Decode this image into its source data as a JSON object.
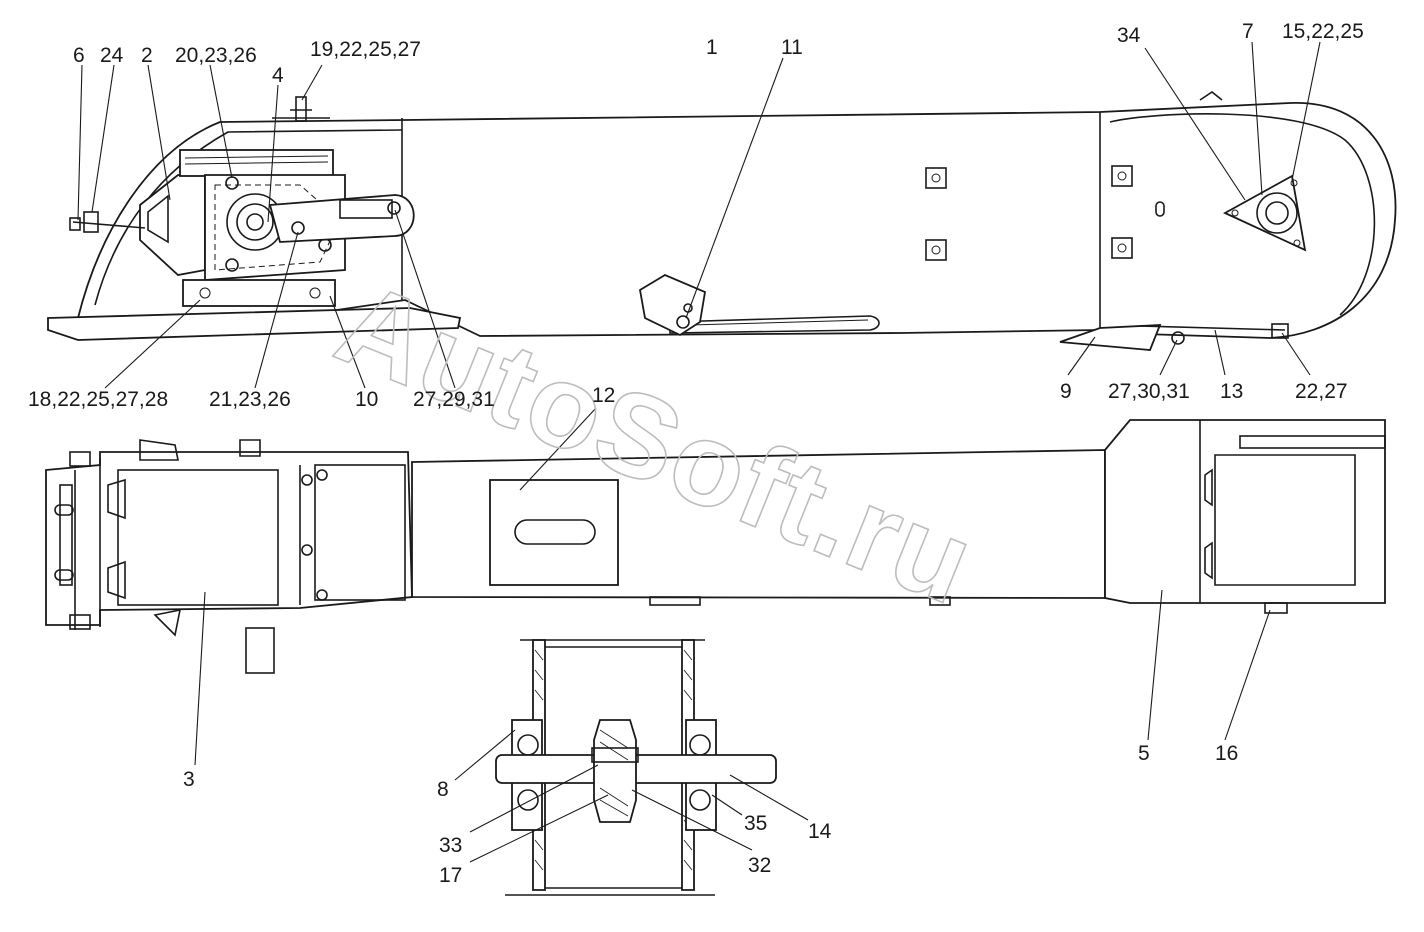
{
  "watermark": "AutoSoft.ru",
  "labels": {
    "l6": "6",
    "l24": "24",
    "l2": "2",
    "l20_23_26": "20,23,26",
    "l19_22_25_27": "19,22,25,27",
    "l4": "4",
    "l1": "1",
    "l11": "11",
    "l34": "34",
    "l7": "7",
    "l15_22_25": "15,22,25",
    "l18_22_25_27_28": "18,22,25,27,28",
    "l21_23_26": "21,23,26",
    "l10": "10",
    "l27_29_31": "27,29,31",
    "l9": "9",
    "l27_30_31": "27,30,31",
    "l13": "13",
    "l22_27": "22,27",
    "l12": "12",
    "l3": "3",
    "l5": "5",
    "l16": "16",
    "l8": "8",
    "l14": "14",
    "l33": "33",
    "l35": "35",
    "l17": "17",
    "l32": "32"
  }
}
